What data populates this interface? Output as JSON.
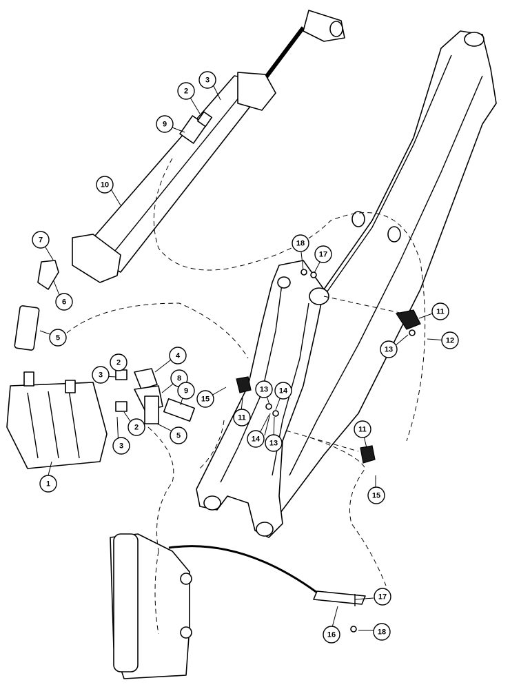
{
  "callouts": [
    {
      "id": "c1",
      "label": "1"
    },
    {
      "id": "c2a",
      "label": "2"
    },
    {
      "id": "c2b",
      "label": "2"
    },
    {
      "id": "c2c",
      "label": "2"
    },
    {
      "id": "c3a",
      "label": "3"
    },
    {
      "id": "c3b",
      "label": "3"
    },
    {
      "id": "c3c",
      "label": "3"
    },
    {
      "id": "c4",
      "label": "4"
    },
    {
      "id": "c5a",
      "label": "5"
    },
    {
      "id": "c5b",
      "label": "5"
    },
    {
      "id": "c6",
      "label": "6"
    },
    {
      "id": "c7",
      "label": "7"
    },
    {
      "id": "c8",
      "label": "8"
    },
    {
      "id": "c9a",
      "label": "9"
    },
    {
      "id": "c9b",
      "label": "9"
    },
    {
      "id": "c10",
      "label": "10"
    },
    {
      "id": "c11a",
      "label": "11"
    },
    {
      "id": "c11b",
      "label": "11"
    },
    {
      "id": "c11c",
      "label": "11"
    },
    {
      "id": "c12",
      "label": "12"
    },
    {
      "id": "c13a",
      "label": "13"
    },
    {
      "id": "c13b",
      "label": "13"
    },
    {
      "id": "c13c",
      "label": "13"
    },
    {
      "id": "c14a",
      "label": "14"
    },
    {
      "id": "c14b",
      "label": "14"
    },
    {
      "id": "c15a",
      "label": "15"
    },
    {
      "id": "c15b",
      "label": "15"
    },
    {
      "id": "c16",
      "label": "16"
    },
    {
      "id": "c17a",
      "label": "17"
    },
    {
      "id": "c17b",
      "label": "17"
    },
    {
      "id": "c18a",
      "label": "18"
    },
    {
      "id": "c18b",
      "label": "18"
    }
  ]
}
